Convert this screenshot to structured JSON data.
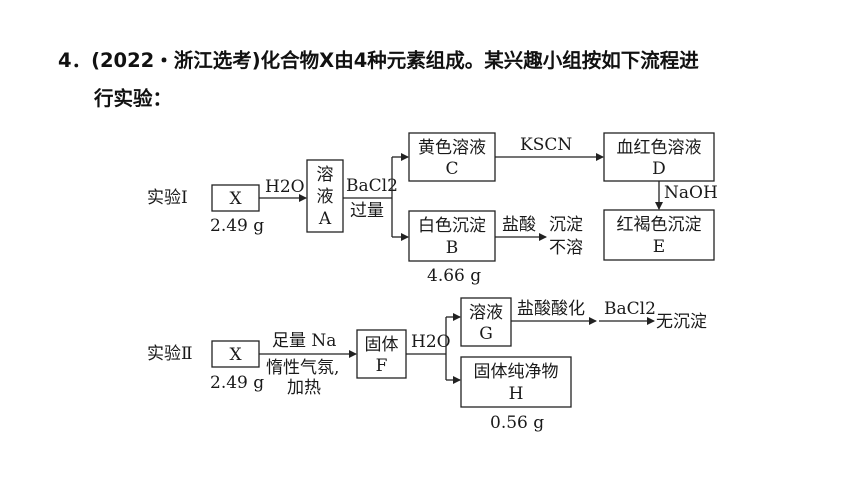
{
  "question": {
    "line1": "4．(2022・浙江选考)化合物X由4种元素组成。某兴趣小组按如下流程进",
    "line2": "行实验："
  },
  "exp1": {
    "label": "实验Ⅰ",
    "x_box": "X",
    "x_mass": "2.49 g",
    "arrow1_label": "H2O",
    "box_a": [
      "溶",
      "液",
      "A"
    ],
    "arrow2_top": "BaCl2",
    "arrow2_bottom": "过量",
    "box_c": [
      "黄色溶液",
      "C"
    ],
    "arrow_kscn": "KSCN",
    "box_d": [
      "血红色溶液",
      "D"
    ],
    "arrow_naoh": "NaOH",
    "box_e": [
      "红褐色沉淀",
      "E"
    ],
    "box_b": [
      "白色沉淀",
      "B"
    ],
    "b_mass": "4.66 g",
    "arrow_hcl": "盐酸",
    "result_b": [
      "沉淀",
      "不溶"
    ]
  },
  "exp2": {
    "label": "实验Ⅱ",
    "x_box": "X",
    "x_mass": "2.49 g",
    "arrow1_lines": [
      "足量 Na",
      "惰性气氛,",
      "加热"
    ],
    "box_f": [
      "固体",
      "F"
    ],
    "arrow2_label": "H2O",
    "box_g": [
      "溶液",
      "G"
    ],
    "arrow_acid": "盐酸酸化",
    "arrow_bacl2": "BaCl2",
    "result_g": "无沉淀",
    "box_h": [
      "固体纯净物",
      "H"
    ],
    "h_mass": "0.56 g"
  }
}
